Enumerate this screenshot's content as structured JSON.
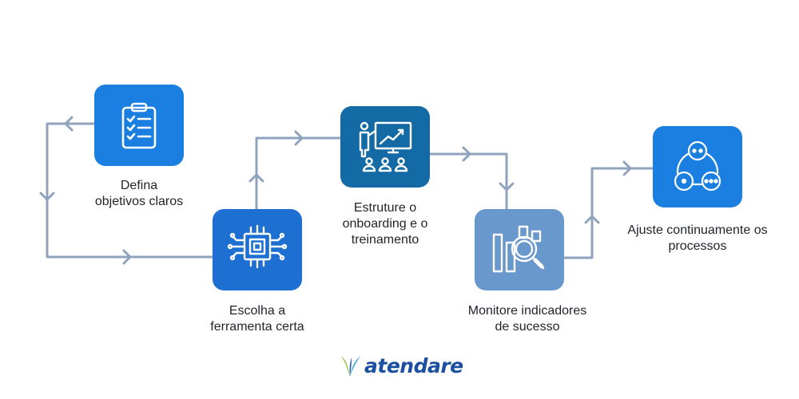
{
  "colors": {
    "connector": "#90a3bd",
    "step1": "#1a7fe0",
    "step2": "#1d70d1",
    "step3": "#136aa5",
    "step4": "#6998cd",
    "step5": "#1a7fe0",
    "brand_blue": "#1b4fa0",
    "brand_green": "#8cc63f"
  },
  "steps": [
    {
      "icon": "clipboard-checklist-icon",
      "lines": [
        "Defina",
        "objetivos claros"
      ]
    },
    {
      "icon": "microchip-icon",
      "lines": [
        "Escolha a",
        "ferramenta certa"
      ]
    },
    {
      "icon": "presentation-board-icon",
      "lines": [
        "Estruture o",
        "onboarding e o",
        "treinamento"
      ]
    },
    {
      "icon": "bar-chart-magnifier-icon",
      "lines": [
        "Monitore indicadores",
        "de sucesso"
      ]
    },
    {
      "icon": "cycle-nodes-icon",
      "lines": [
        "Ajuste continuamente os",
        "processos"
      ]
    }
  ],
  "logo": {
    "icon": "atendare-leaf-icon",
    "text": "atendare"
  }
}
